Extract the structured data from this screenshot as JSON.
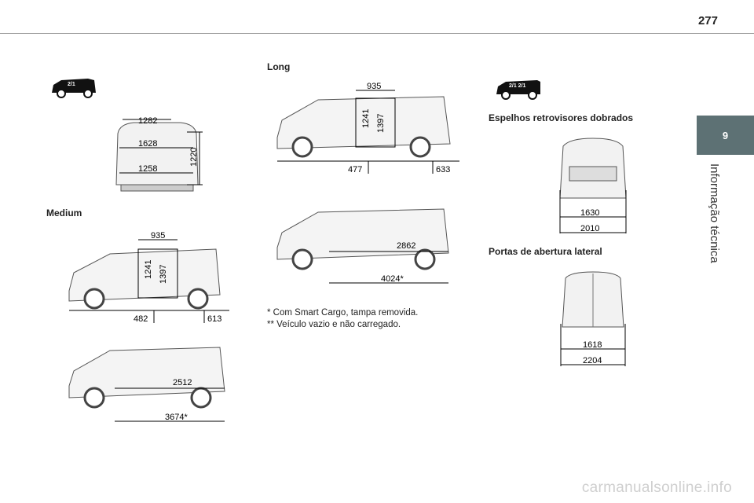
{
  "page": {
    "number": "277",
    "chapter_tab": "9",
    "chapter_title": "Informação técnica"
  },
  "sections": {
    "medium": "Medium",
    "long": "Long",
    "mirrors": "Espelhos retrovisores dobrados",
    "doors": "Portas de abertura lateral"
  },
  "dims": {
    "rear_top": "1282",
    "rear_mid": "1628",
    "rear_low": "1258",
    "rear_height": "1220",
    "med_top": "935",
    "med_h1": "1241",
    "med_h2": "1397",
    "med_front": "482",
    "med_rear": "613",
    "med_floor": "2512",
    "med_total": "3674*",
    "long_top": "935",
    "long_h1": "1241",
    "long_h2": "1397",
    "long_front": "477",
    "long_rear": "633",
    "long_floor": "2862",
    "long_total": "4024*",
    "mirror_inner": "1630",
    "mirror_outer": "2010",
    "door_inner": "1618",
    "door_outer": "2204"
  },
  "notes": {
    "n1": "* Com Smart Cargo, tampa removida.",
    "n2": "** Veículo vazio e não carregado."
  },
  "footer": "carmanualsonline.info"
}
